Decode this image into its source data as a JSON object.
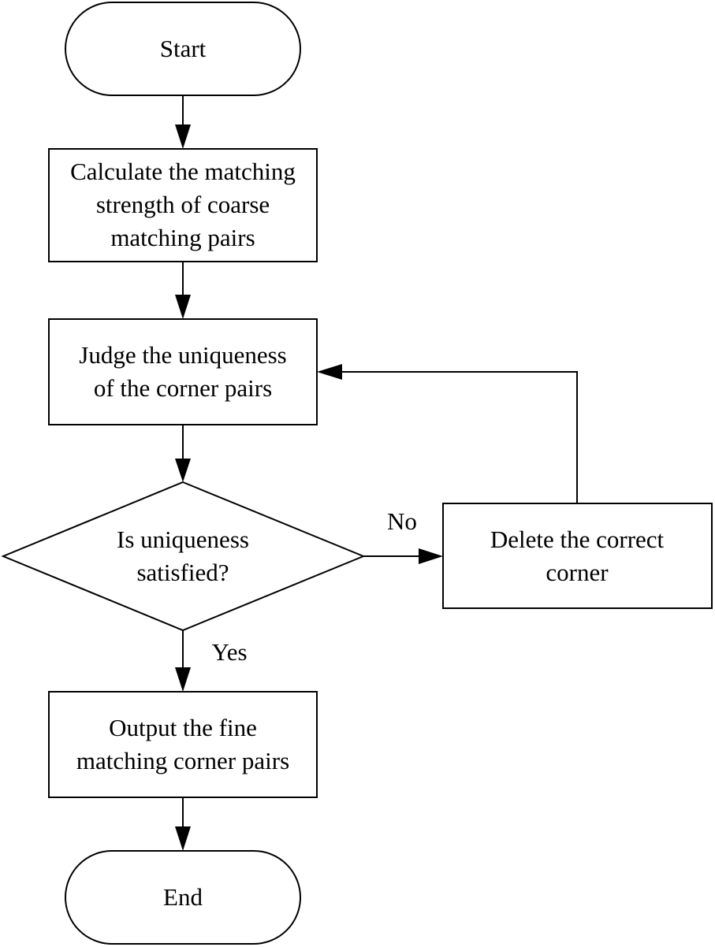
{
  "nodes": {
    "start": {
      "lines": [
        "Start"
      ]
    },
    "calculate": {
      "lines": [
        "Calculate the matching",
        "strength of coarse",
        "matching pairs"
      ]
    },
    "judge": {
      "lines": [
        "Judge the uniqueness",
        "of the corner pairs"
      ]
    },
    "decision": {
      "lines": [
        "Is uniqueness",
        "satisfied?"
      ]
    },
    "delete": {
      "lines": [
        "Delete the correct",
        "corner"
      ]
    },
    "output": {
      "lines": [
        "Output the fine",
        "matching corner pairs"
      ]
    },
    "end": {
      "lines": [
        "End"
      ]
    }
  },
  "edges": {
    "no_label": "No",
    "yes_label": "Yes"
  }
}
